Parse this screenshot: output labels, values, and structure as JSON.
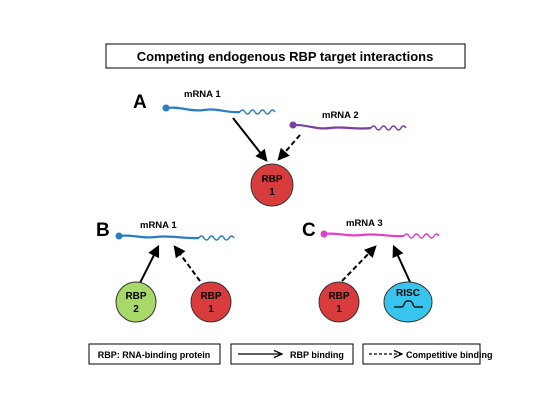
{
  "title": "Competing endogenous RBP target interactions",
  "panels": {
    "a": {
      "letter": "A",
      "mrna1": "mRNA 1",
      "mrna2": "mRNA 2",
      "rbp_line1": "RBP",
      "rbp_line2": "1"
    },
    "b": {
      "letter": "B",
      "mrna1": "mRNA 1",
      "rbp2_line1": "RBP",
      "rbp2_line2": "2",
      "rbp1_line1": "RBP",
      "rbp1_line2": "1"
    },
    "c": {
      "letter": "C",
      "mrna3": "mRNA 3",
      "rbp1_line1": "RBP",
      "rbp1_line2": "1",
      "risc": "RISC"
    }
  },
  "legend": {
    "rbp_definition": "RBP: RNA-binding protein",
    "rbp_binding": "RBP binding",
    "competitive_binding": "Competitive binding"
  },
  "colors": {
    "mrna1": "#2a7dc0",
    "mrna2": "#7a3fa0",
    "mrna3": "#e040c8",
    "rbp1": "#d83c3c",
    "rbp2": "#a9d86a",
    "risc": "#38c4ec"
  }
}
